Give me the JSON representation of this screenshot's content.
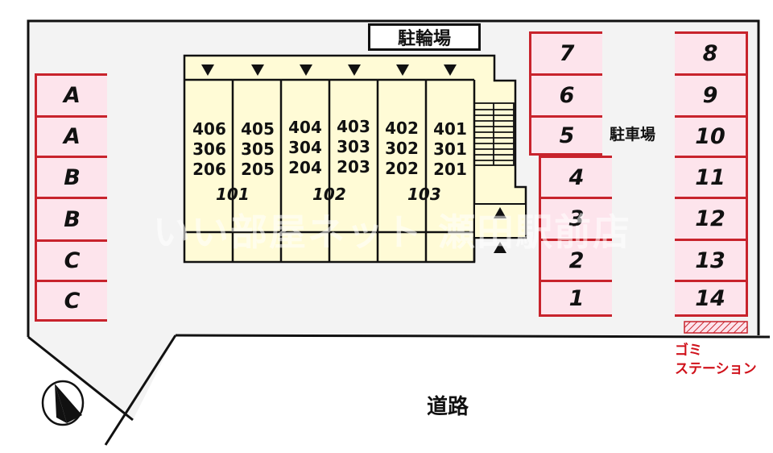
{
  "map": {
    "title_bicycle_parking": "駐輪場",
    "car_parking_label": "駐車場",
    "road_label": "道路",
    "garbage_station": {
      "line1": "ゴミ",
      "line2": "ステーション",
      "color": "#d0121b"
    },
    "watermark": "いい部屋ネット 瀬田駅前店",
    "compass": "north-arrow"
  },
  "left_parking": {
    "slots": [
      "A",
      "A",
      "B",
      "B",
      "C",
      "C"
    ]
  },
  "right_parking_inner": {
    "slots": [
      "7",
      "6",
      "5",
      "4",
      "3",
      "2",
      "1"
    ]
  },
  "right_parking_outer": {
    "slots": [
      "8",
      "9",
      "10",
      "11",
      "12",
      "13",
      "14"
    ]
  },
  "building": {
    "columns": [
      {
        "upper": [
          "406",
          "306",
          "206"
        ]
      },
      {
        "upper": [
          "405",
          "305",
          "205"
        ]
      },
      {
        "upper": [
          "404",
          "304",
          "204"
        ]
      },
      {
        "upper": [
          "403",
          "303",
          "203"
        ]
      },
      {
        "upper": [
          "402",
          "302",
          "202"
        ]
      },
      {
        "upper": [
          "401",
          "301",
          "201"
        ]
      }
    ],
    "ground_floor": [
      "101",
      "102",
      "103"
    ]
  },
  "colors": {
    "slot_fill": "#fde4ec",
    "slot_border": "#c8232c",
    "building_fill": "#fffbd6",
    "lot_fill": "#f3f3f3"
  }
}
